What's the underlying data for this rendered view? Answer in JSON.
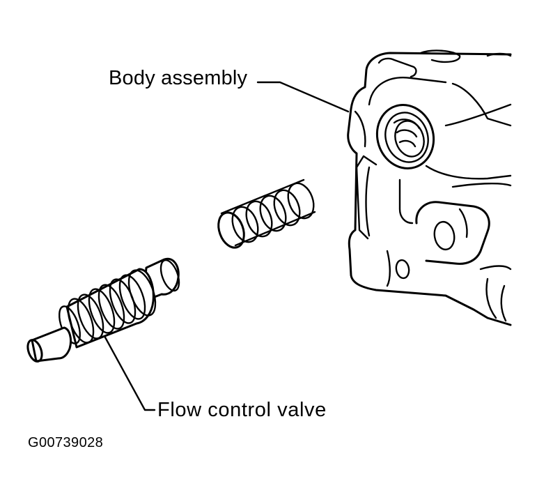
{
  "diagram": {
    "labels": {
      "body_assembly": "Body assembly",
      "flow_control_valve": "Flow control valve"
    },
    "figure_id": "G00739028"
  }
}
